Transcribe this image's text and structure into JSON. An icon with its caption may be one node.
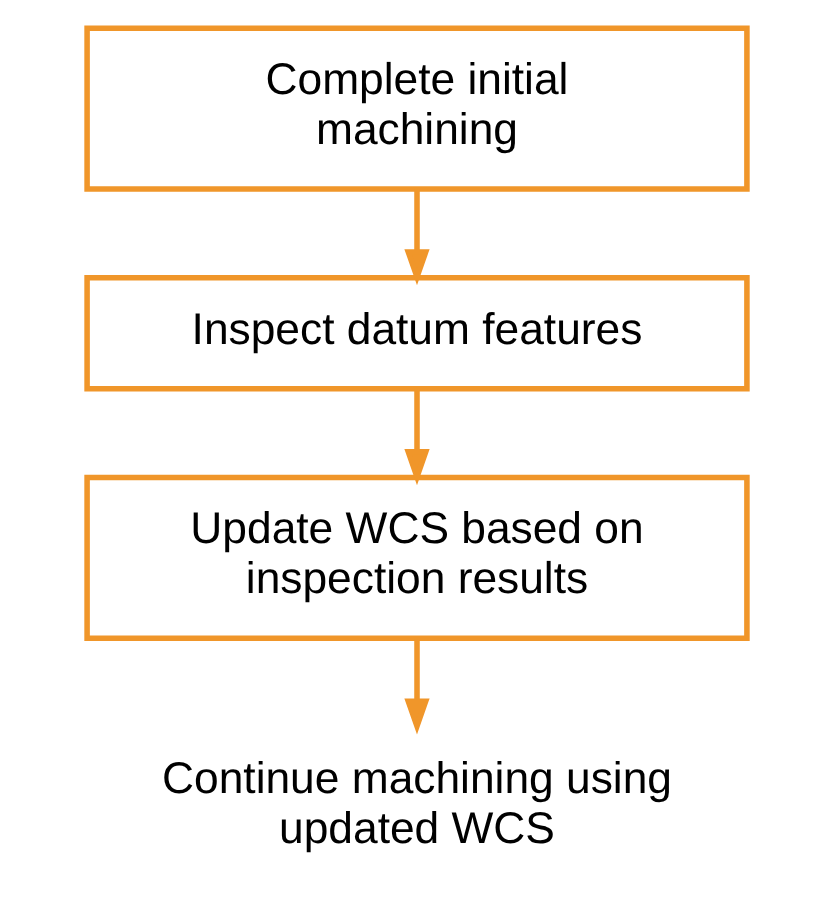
{
  "diagram": {
    "nodes": [
      {
        "text": [
          "Complete initial machining"
        ]
      },
      {
        "text": [
          "Inspect datum features"
        ]
      },
      {
        "text": [
          "Update WCS based on inspection results"
        ]
      },
      {
        "text": [
          "Continue machining using updated WCS"
        ]
      }
    ],
    "edges": [
      {
        "from": 0,
        "to": 1,
        "arrow": "to"
      },
      {
        "from": 1,
        "to": 2,
        "arrow": "to"
      },
      {
        "from": 2,
        "to": 3,
        "arrow": "to"
      }
    ]
  }
}
